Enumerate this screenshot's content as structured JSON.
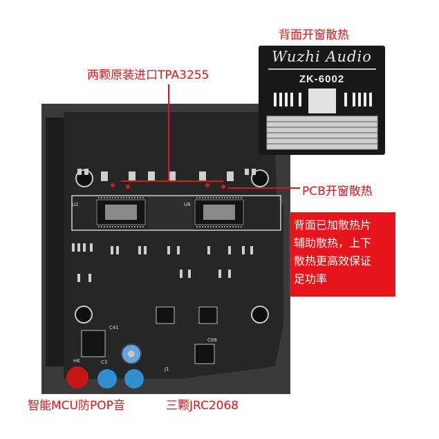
{
  "labels": {
    "top_right_title": "背面开窗散热",
    "top_chip": "两颗原装进口TPA3255",
    "pcb_window": "PCB开窗散热",
    "mcu": "智能MCU防POP音",
    "jrc": "三颗JRC2068"
  },
  "inset": {
    "brand": "Wuzhi Audio",
    "model": "ZK-6002"
  },
  "note": {
    "lines": [
      "背面已加散热片",
      "辅助散热，上下",
      "散热更高效保证",
      "足功率"
    ]
  },
  "silkscreen": {
    "u2": "U2",
    "u6": "U6",
    "c41": "C41",
    "c3": "C3",
    "j1": "J1",
    "c68": "C68",
    "hk": "HK"
  },
  "colors": {
    "accent_red": "#e0141b",
    "board": "#262626",
    "silk": "#d8d8d8"
  }
}
